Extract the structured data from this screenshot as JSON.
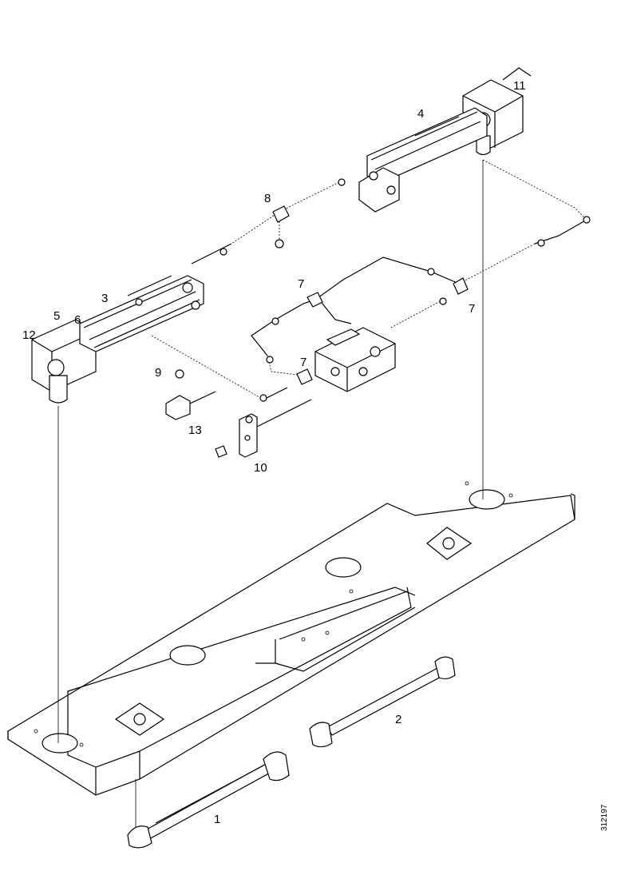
{
  "diagram": {
    "labels": [
      "1",
      "2",
      "3",
      "4",
      "5",
      "6",
      "7",
      "7",
      "7",
      "8",
      "9",
      "10",
      "11",
      "12",
      "13"
    ],
    "reference_code": "312197"
  }
}
